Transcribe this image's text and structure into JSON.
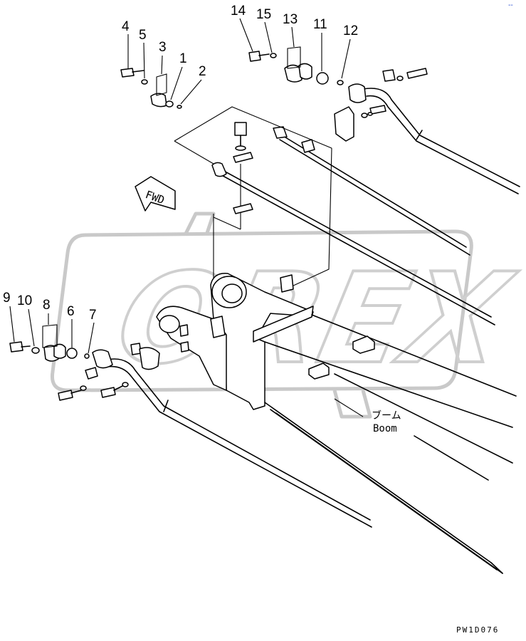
{
  "diagram": {
    "callouts": [
      "1",
      "2",
      "3",
      "4",
      "5",
      "6",
      "7",
      "8",
      "9",
      "10",
      "11",
      "12",
      "13",
      "14",
      "15"
    ],
    "direction_label": "FWD",
    "boom_label_jp": "ブーム",
    "boom_label_en": "Boom",
    "drawing_code": "PW1D076",
    "corner_mark": "--",
    "watermark_text": "OREX",
    "watermark_icon": "watermark-logo"
  }
}
